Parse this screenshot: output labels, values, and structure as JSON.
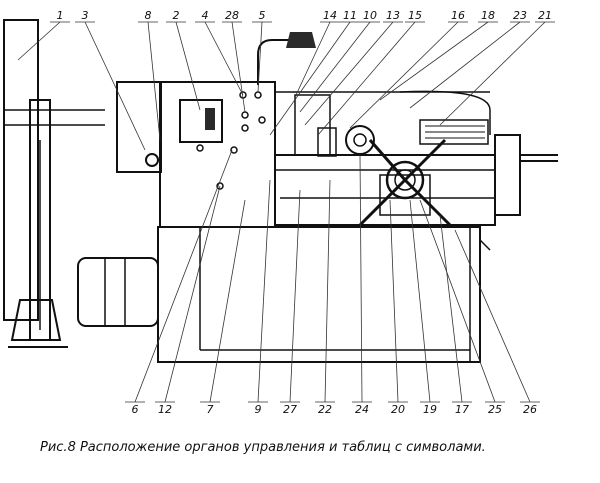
{
  "caption": "Рис.8 Расположение органов управления и таблиц с символами.",
  "callouts_top": [
    "1",
    "3",
    "8",
    "2",
    "4",
    "28",
    "5",
    "14",
    "11",
    "10",
    "13",
    "15",
    "16",
    "18",
    "23",
    "21"
  ],
  "callouts_bottom": [
    "6",
    "12",
    "7",
    "9",
    "27",
    "22",
    "24",
    "20",
    "19",
    "17",
    "25",
    "26"
  ]
}
